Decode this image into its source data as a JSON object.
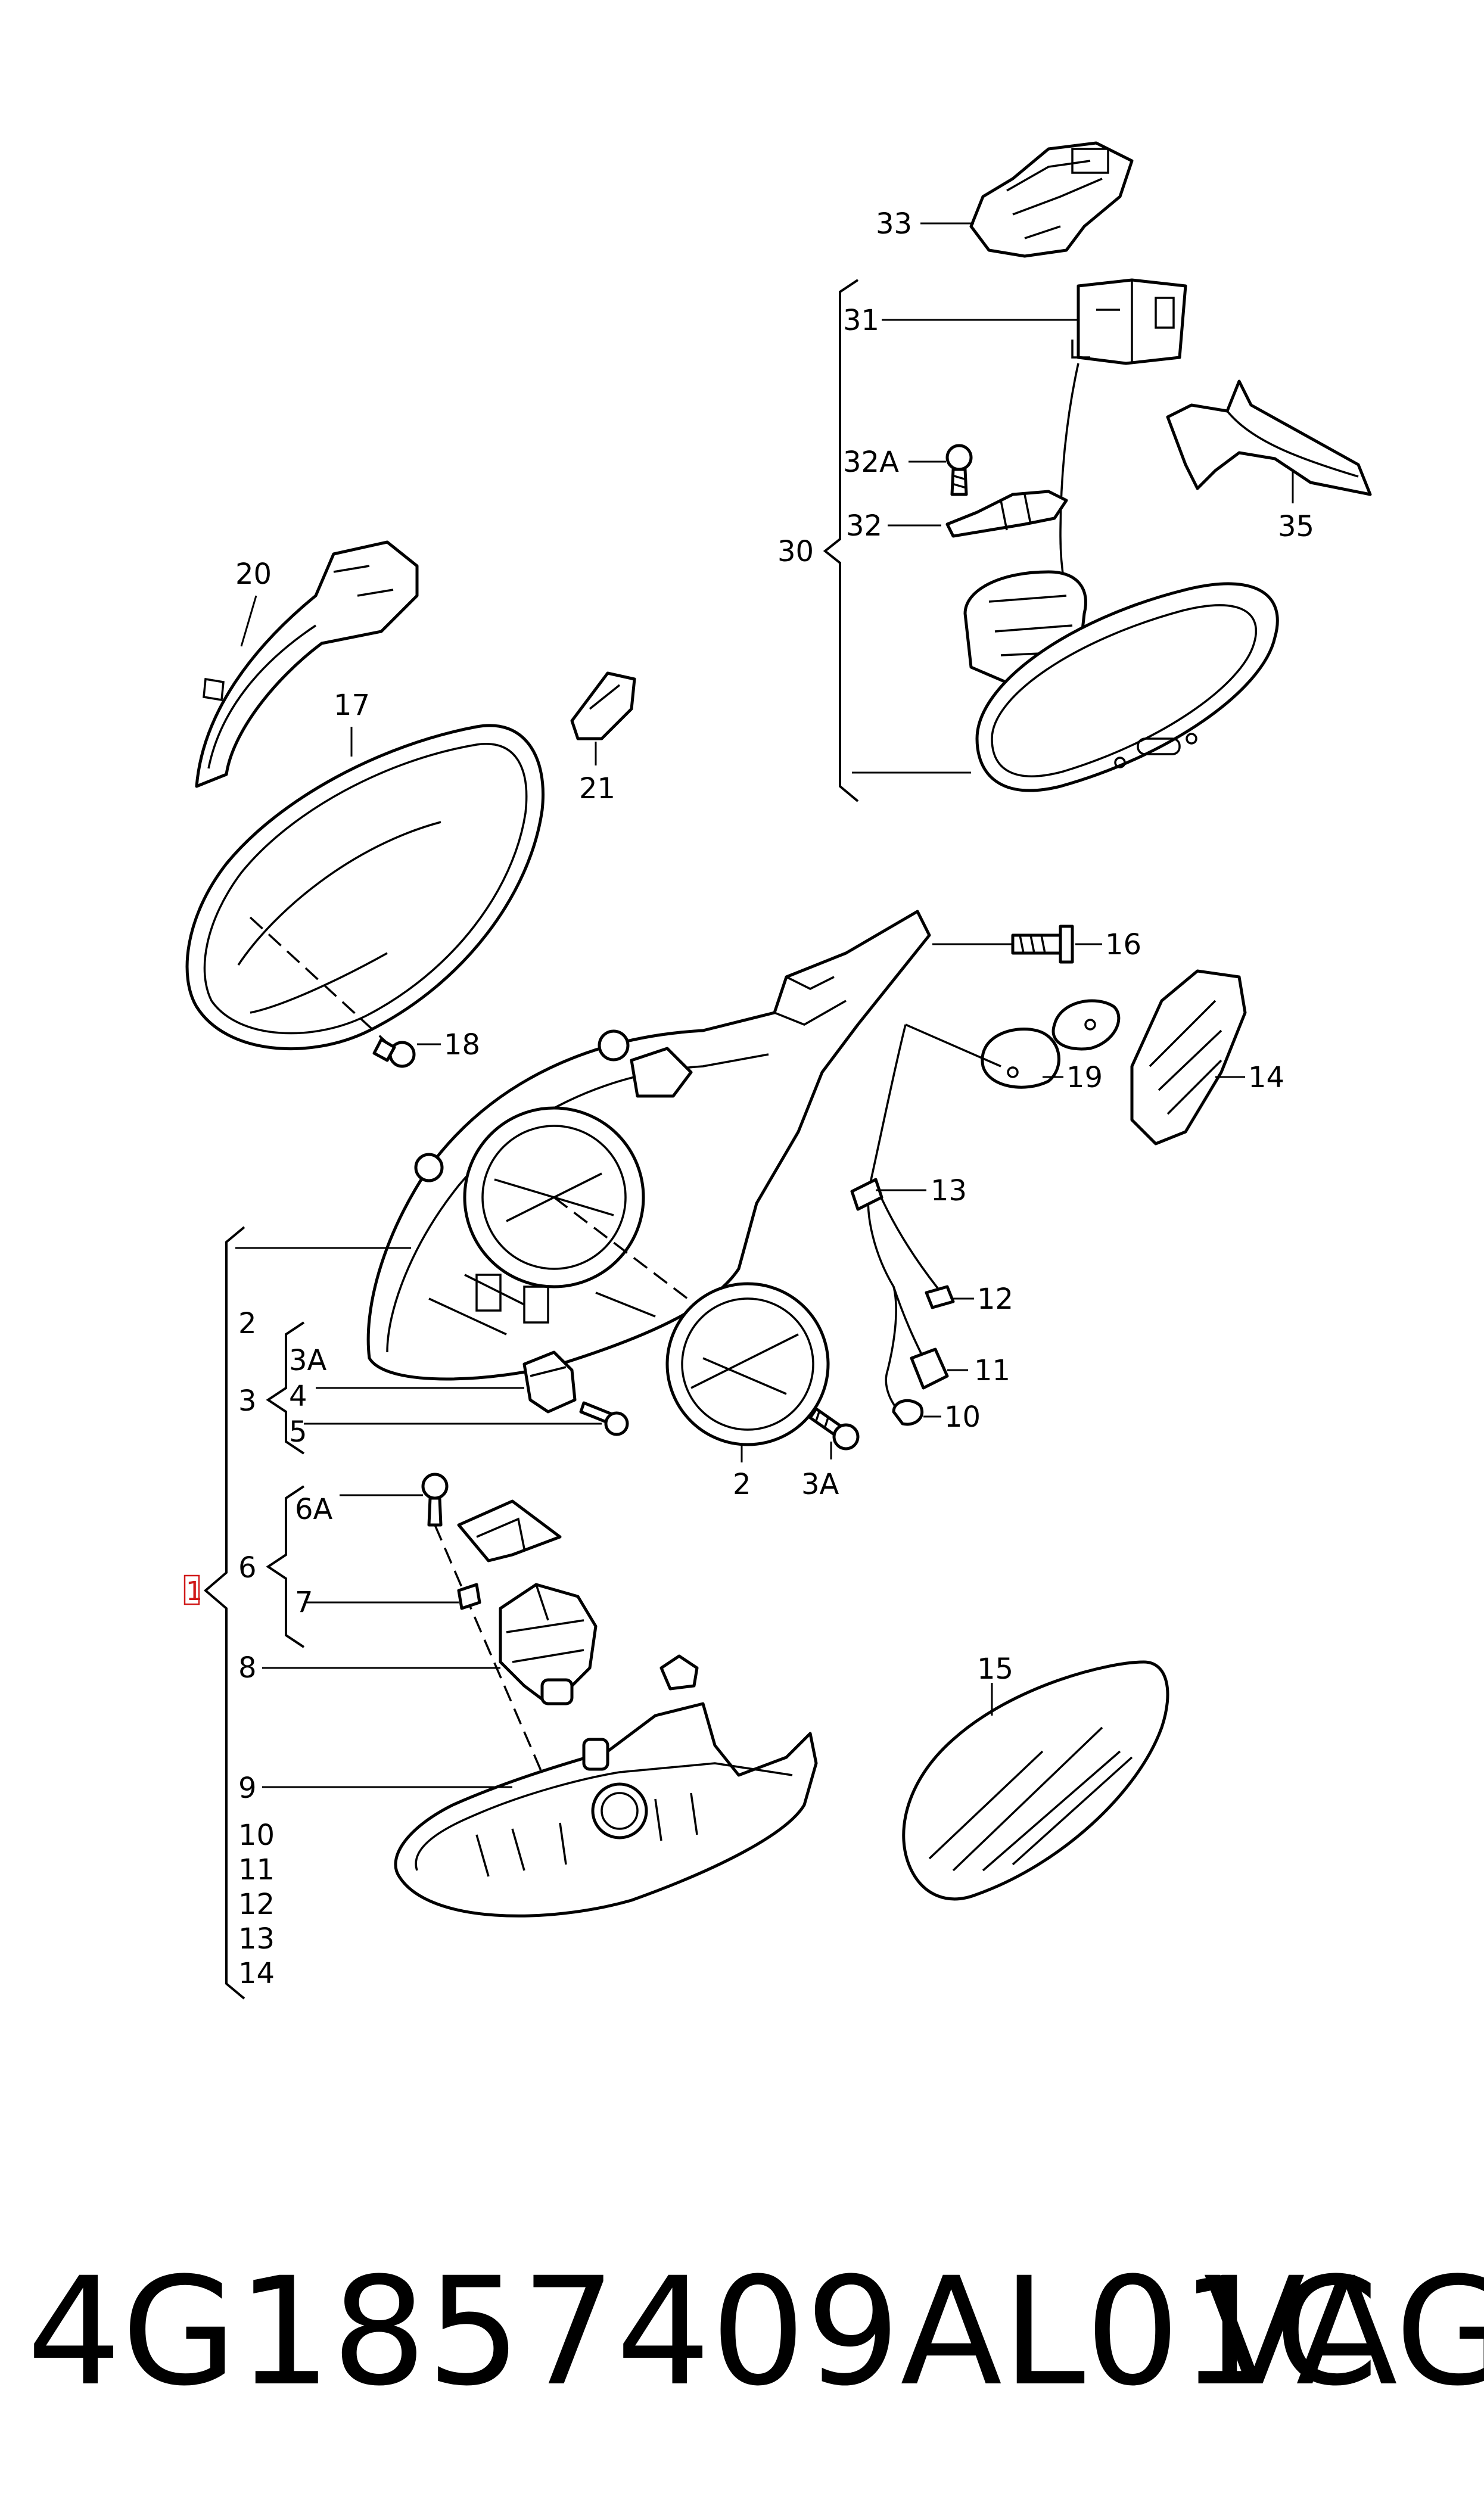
{
  "diagram": {
    "callouts": {
      "c1": "1",
      "c2a": "2",
      "c2b": "2",
      "c3": "3",
      "c3a_a": "3A",
      "c3a_b": "3A",
      "c4": "4",
      "c5": "5",
      "c6": "6",
      "c6a": "6A",
      "c7": "7",
      "c8": "8",
      "c9": "9",
      "c10a": "10",
      "c10b": "10",
      "c11a": "11",
      "c11b": "11",
      "c12a": "12",
      "c12b": "12",
      "c13a": "13",
      "c13b": "13",
      "c14a": "14",
      "c14b": "14",
      "c15": "15",
      "c16": "16",
      "c17": "17",
      "c18": "18",
      "c19": "19",
      "c20": "20",
      "c21": "21",
      "c30": "30",
      "c31": "31",
      "c32": "32",
      "c32a": "32A",
      "c33": "33",
      "c35": "35"
    }
  },
  "footer": {
    "part_number": "4G1857409AL01C",
    "brand": "VAG"
  }
}
